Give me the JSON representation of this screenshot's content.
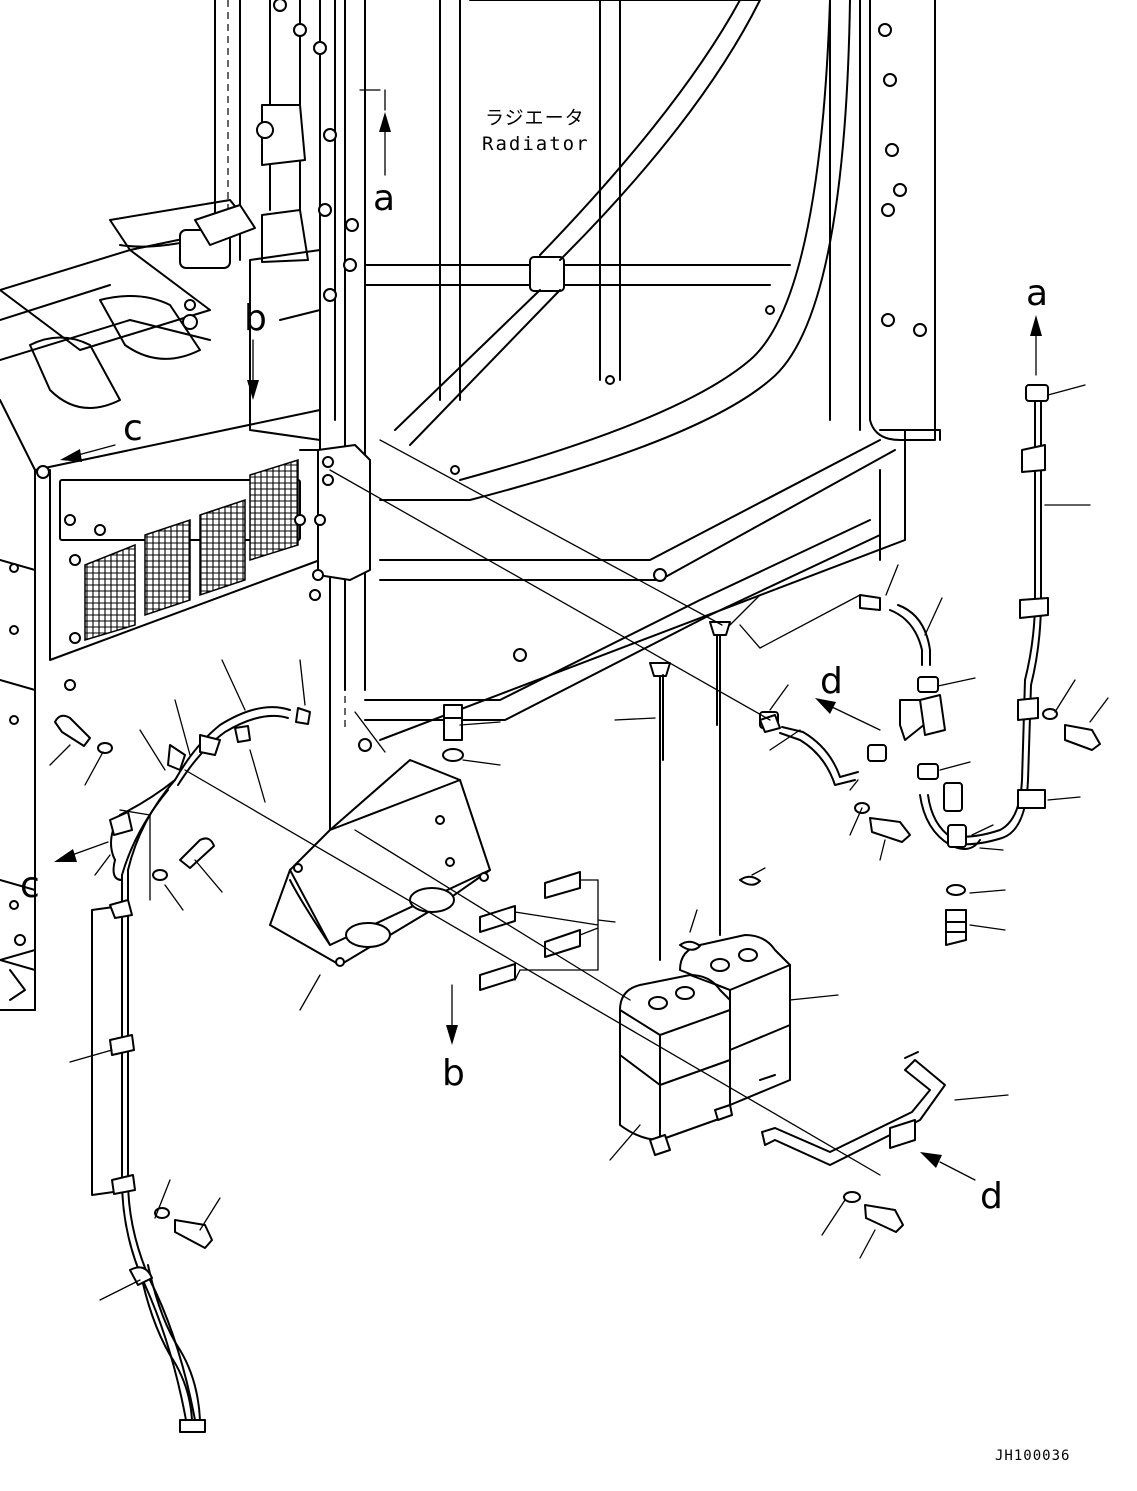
{
  "radiator": {
    "jp": "ラジエータ",
    "en": "Radiator"
  },
  "refs": {
    "a": "a",
    "b": "b",
    "c": "c",
    "d": "d"
  },
  "figure_code": "JH100036"
}
